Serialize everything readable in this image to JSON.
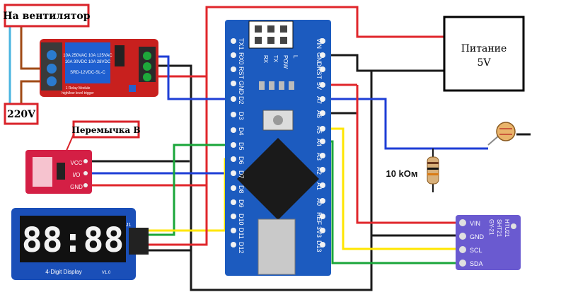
{
  "labels": {
    "fan": "На вентилятор",
    "mains": "220V",
    "jumper": "Перемычка B",
    "power_line1": "Питание",
    "power_line2": "5V",
    "resistor": "10 kОм"
  },
  "relay": {
    "line1": "1 Relay Module",
    "line2": "high/low level trigger",
    "model": "SRD-12VDC-SL-C",
    "rating1": "10A 250VAC 10A 125VAC",
    "rating2": "10A 30VDC 10A 28VDC"
  },
  "touch": {
    "vcc": "VCC",
    "io": "I/O",
    "gnd": "GND"
  },
  "display": {
    "digits": "88:88",
    "caption": "4-Digit Display",
    "version": "V1.0",
    "header": "J1"
  },
  "sensor": {
    "pins": [
      "VIN",
      "GND",
      "SCL",
      "SDA"
    ],
    "silk1": "GY-21",
    "silk2": "SHT21",
    "silk3": "HTU21"
  },
  "nano": {
    "left_pins": [
      "TX1",
      "RX0",
      "RST",
      "GND",
      "D2",
      "D3",
      "D4",
      "D5",
      "D6",
      "D7",
      "D8",
      "D9",
      "D10",
      "D11",
      "D12"
    ],
    "right_pins": [
      "VIN",
      "GND",
      "RST",
      "5V",
      "A7",
      "A6",
      "A5",
      "A4",
      "A3",
      "A2",
      "A1",
      "A0",
      "REF",
      "3V3",
      "D13"
    ],
    "leds": [
      "RX",
      "TX",
      "POW",
      "L"
    ]
  },
  "colors": {
    "red": "#e0262b",
    "black": "#1a1a1a",
    "blue": "#1e3ed6",
    "green": "#1aa63a",
    "yellow": "#ffe600",
    "brown": "#a04a16",
    "cyan": "#48b4e0",
    "board": "#1c5bbf",
    "label_border": "#d9232a"
  }
}
